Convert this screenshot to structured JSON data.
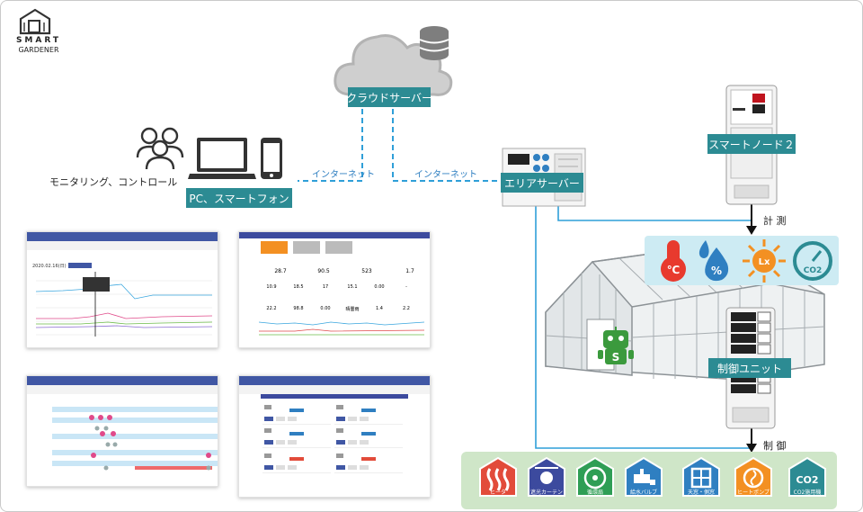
{
  "logo": {
    "line1": "SMART",
    "line2": "GARDENER"
  },
  "cloud_label": "クラウドサーバー",
  "monitoring_label": "モニタリング、コントロール",
  "pc_label": "PC、スマートフォン",
  "internet_left": "インターネット",
  "internet_right": "インターネット",
  "area_server_label": "エリアサーバー",
  "smart_node_label": "スマートノード２",
  "measure_label": "計 測",
  "control_unit_label": "制御ユニット",
  "control_label": "制 御",
  "sensors": [
    {
      "name": "temperature-icon",
      "text": "℃",
      "color": "#e83a2e"
    },
    {
      "name": "humidity-icon",
      "text": "%",
      "color": "#2f7fc1"
    },
    {
      "name": "lux-icon",
      "text": "Lx",
      "color": "#f39022"
    },
    {
      "name": "co2-icon",
      "text": "CO2",
      "color": "#2c8b93"
    }
  ],
  "controls": [
    {
      "name": "heater-icon",
      "label": "ヒータ",
      "color": "#e24b3a"
    },
    {
      "name": "shade-curtain-icon",
      "label": "遮光カーテン",
      "color": "#3c4a9e"
    },
    {
      "name": "circulation-fan-icon",
      "label": "循環扇",
      "color": "#2f9e55"
    },
    {
      "name": "water-valve-icon",
      "label": "給水バルブ",
      "color": "#2f7fc1"
    },
    {
      "name": "window-icon",
      "label": "天窓・側窓",
      "color": "#2f7fc1"
    },
    {
      "name": "heat-pump-icon",
      "label": "ヒートポンプ",
      "color": "#f39022"
    },
    {
      "name": "co2-generator-icon",
      "label": "CO2施用機",
      "color": "#2c8b93"
    }
  ],
  "screen_top_left": {
    "date": "2020.02.16(日)"
  },
  "screen_top_right": {
    "values": [
      "28.7",
      "90.5",
      "523",
      "1.7"
    ],
    "row2": [
      "10.9",
      "18.5",
      "17",
      "15.1",
      "0.00",
      "-"
    ],
    "row3": [
      "22.2",
      "98.8",
      "0.00",
      "晴曇雨",
      "1.4",
      "2.2"
    ]
  },
  "colors": {
    "tag": "#2c8b93",
    "network": "#2f7fc1",
    "sensor_bg": "#cdebf3",
    "control_bg": "#cfe6c8",
    "app_header": "#4057a4"
  }
}
